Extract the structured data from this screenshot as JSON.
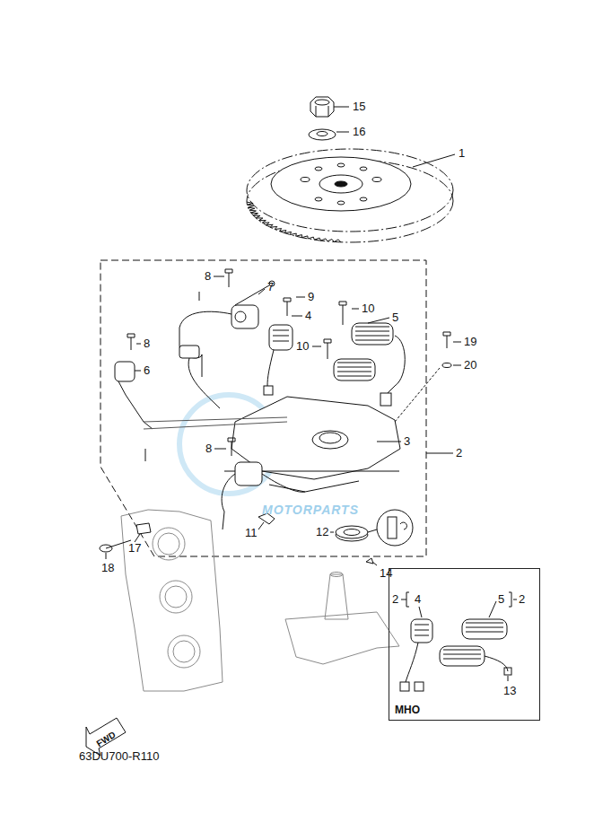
{
  "diagram": {
    "nodes": [
      {
        "text": [
          "MHO"
        ]
      }
    ],
    "labels": [
      "15",
      "16",
      "1",
      "8",
      "7",
      "9",
      "10",
      "4",
      "5",
      "10",
      "19",
      "20",
      "8",
      "6",
      "3",
      "2",
      "8",
      "11",
      "12",
      "17",
      "18",
      "14",
      "2",
      "4",
      "5",
      "2",
      "13",
      "FWD",
      "63DU700-R110",
      "MOTORPARTS"
    ]
  }
}
